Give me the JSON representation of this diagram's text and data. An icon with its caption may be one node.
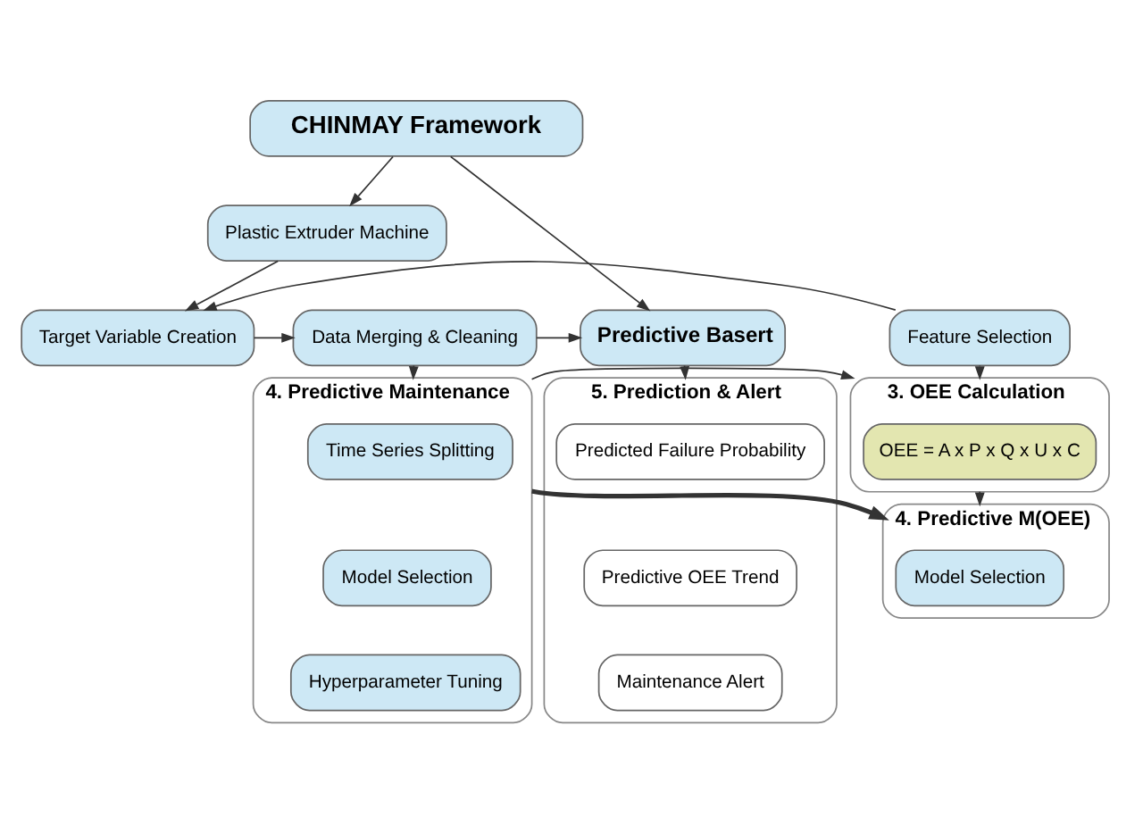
{
  "diagram": {
    "nodes": [
      {
        "text": [
          "CHINMAY Framework"
        ]
      },
      {
        "text": [
          "Plastic Extruder Machine"
        ]
      },
      {
        "text": [
          "Feature Selection"
        ]
      },
      {
        "text": [
          "Target Variable Creation"
        ]
      },
      {
        "text": [
          "Data Merging & Cleaning"
        ]
      },
      {
        "text": [
          "Predictive Basert"
        ]
      },
      {
        "text": [
          "3. OEE Calculation"
        ]
      },
      {
        "text": [
          "OEE = A x P x Q x U x C"
        ],
        "in": 6
      },
      {
        "text": [
          "4. Predictive M(OEE)"
        ]
      },
      {
        "text": [
          "Model Selection"
        ],
        "in": 8
      },
      {
        "text": [
          "4. Predictive Maintenance"
        ]
      },
      {
        "text": [
          "Time Series Splitting"
        ],
        "in": 10
      },
      {
        "text": [
          "Model Selection"
        ],
        "in": 10
      },
      {
        "text": [
          "Hyperparameter Tuning"
        ],
        "in": 10
      },
      {
        "text": [
          "5. Prediction & Alert"
        ]
      },
      {
        "text": [
          "Predicted Failure Probability"
        ],
        "in": 14
      },
      {
        "text": [
          "Predictive OEE Trend"
        ],
        "in": 14
      },
      {
        "text": [
          "Maintenance Alert"
        ],
        "in": 14
      }
    ],
    "edges": [
      {
        "from": 0,
        "to": 1,
        "arrow": "to"
      },
      {
        "from": 0,
        "to": 5,
        "arrow": "to"
      },
      {
        "from": 1,
        "to": 3,
        "arrow": "to"
      },
      {
        "from": 2,
        "to": 3,
        "arrow": "to"
      },
      {
        "from": 3,
        "to": 4,
        "arrow": "to"
      },
      {
        "from": 4,
        "to": 5,
        "arrow": "to"
      },
      {
        "from": 2,
        "to": 6,
        "arrow": "to"
      },
      {
        "from": 4,
        "to": 10,
        "arrow": "to"
      },
      {
        "from": 5,
        "to": 14,
        "arrow": "to"
      },
      {
        "from": 10,
        "to": 6,
        "arrow": "to"
      },
      {
        "from": 6,
        "to": 8,
        "arrow": "to"
      },
      {
        "from": 10,
        "to": 8,
        "arrow": "to",
        "style": "thick"
      }
    ]
  }
}
